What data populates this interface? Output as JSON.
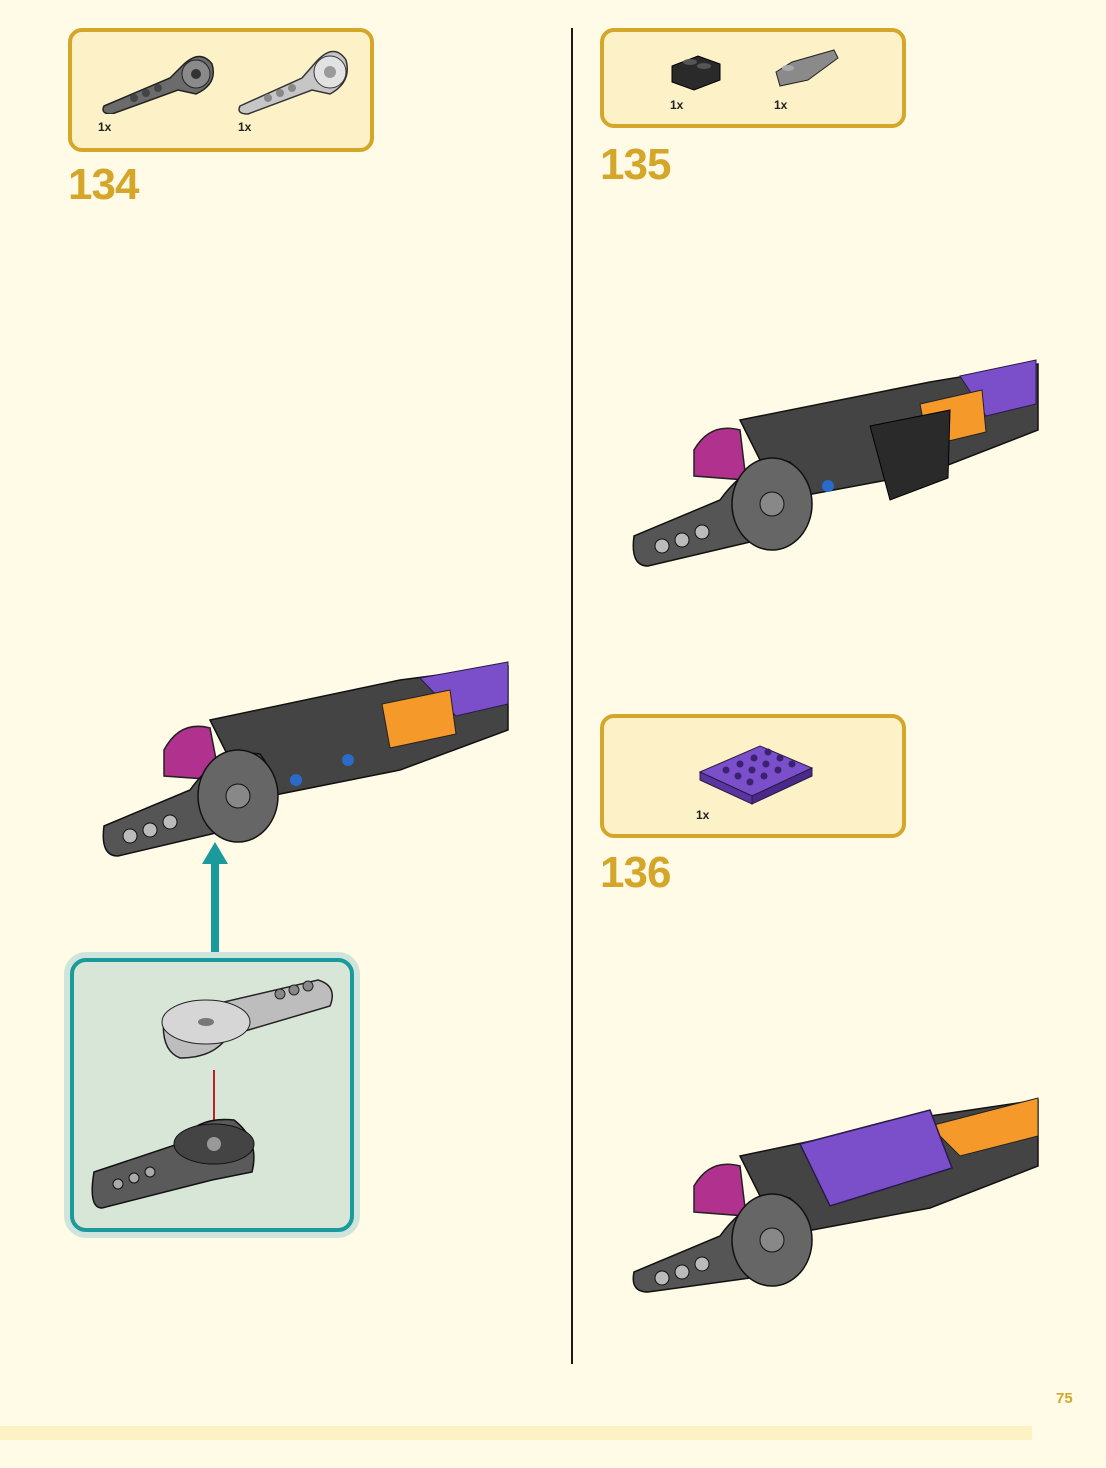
{
  "steps": [
    {
      "number": "134",
      "parts": [
        {
          "qty": "1x",
          "icon": "gray-beam-with-disc-icon"
        },
        {
          "qty": "1x",
          "icon": "light-gray-beam-with-disc-icon"
        }
      ]
    },
    {
      "number": "135",
      "parts": [
        {
          "qty": "1x",
          "icon": "black-brick-1x2-icon"
        },
        {
          "qty": "1x",
          "icon": "gray-slope-brick-icon"
        }
      ]
    },
    {
      "number": "136",
      "parts": [
        {
          "qty": "1x",
          "icon": "purple-plate-4x4-icon"
        }
      ]
    }
  ],
  "page_number": "75",
  "colors": {
    "accent": "#d4a62a",
    "callout_border": "#1a9a9a",
    "background": "#fffbe6",
    "purple": "#7b4fc9",
    "orange": "#f59a2a",
    "magenta": "#b0318e",
    "dark_gray": "#555555"
  }
}
